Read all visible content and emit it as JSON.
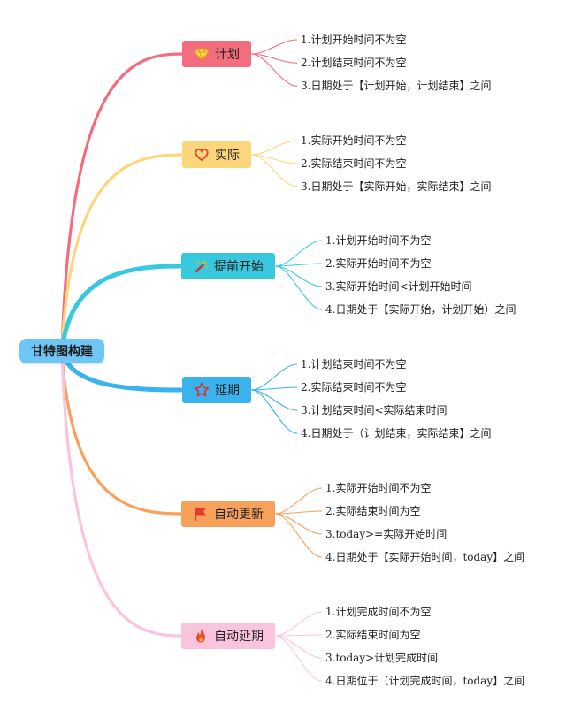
{
  "root": {
    "label": "甘特图构建",
    "color": "#6ec6f5"
  },
  "branches": [
    {
      "label": "计划",
      "color": "#f26d7d",
      "icon": "diamond-icon",
      "items": [
        "1.计划开始时间不为空",
        "2.计划结束时间不为空",
        "3.日期处于【计划开始，计划结束】之间"
      ]
    },
    {
      "label": "实际",
      "color": "#fbd67b",
      "icon": "heart-icon",
      "items": [
        "1.实际开始时间不为空",
        "2.实际结束时间不为空",
        "3.日期处于【实际开始，实际结束】之间"
      ]
    },
    {
      "label": "提前开始",
      "color": "#39c9de",
      "icon": "magic-wand-icon",
      "items": [
        "1.计划开始时间不为空",
        "2.实际开始时间不为空",
        "3.实际开始时间<计划开始时间",
        "4.日期处于【实际开始，计划开始）之间"
      ]
    },
    {
      "label": "延期",
      "color": "#3ab3ec",
      "icon": "star-icon",
      "items": [
        "1.计划结束时间不为空",
        "2.实际结束时间不为空",
        "3.计划结束时间<实际结束时间",
        "4.日期处于（计划结束，实际结束】之间"
      ]
    },
    {
      "label": "自动更新",
      "color": "#f7a15b",
      "icon": "flag-icon",
      "items": [
        "1.实际开始时间不为空",
        "2.实际结束时间为空",
        "3.today>=实际开始时间",
        "4.日期处于【实际开始时间，today】之间"
      ]
    },
    {
      "label": "自动延期",
      "color": "#fbc4de",
      "icon": "flame-icon",
      "items": [
        "1.计划完成时间不为空",
        "2.实际结束时间为空",
        "3.today>计划完成时间",
        "4.日期位于（计划完成时间，today】之间"
      ]
    }
  ]
}
